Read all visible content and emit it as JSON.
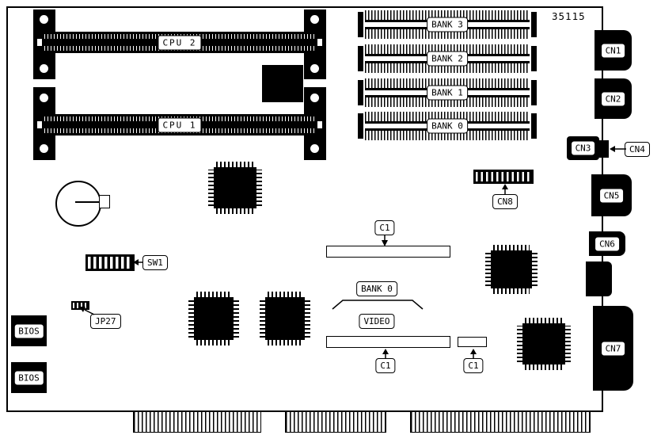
{
  "board": {
    "part_number": "35115"
  },
  "cpu": {
    "slot1": "CPU 1",
    "slot2": "CPU 2"
  },
  "memory": {
    "banks": [
      "BANK 3",
      "BANK 2",
      "BANK 1",
      "BANK 0"
    ]
  },
  "connectors": {
    "cn1": "CN1",
    "cn2": "CN2",
    "cn3": "CN3",
    "cn4": "CN4",
    "cn5": "CN5",
    "cn6": "CN6",
    "cn7": "CN7",
    "cn8": "CN8"
  },
  "switches": {
    "sw1": "SW1",
    "jp27": "JP27"
  },
  "chips": {
    "bios": "BIOS"
  },
  "video": {
    "bank0": "BANK 0",
    "video": "VIDEO",
    "c1": "C1"
  },
  "colors": {
    "ink": "#000000",
    "board": "#ffffff"
  }
}
